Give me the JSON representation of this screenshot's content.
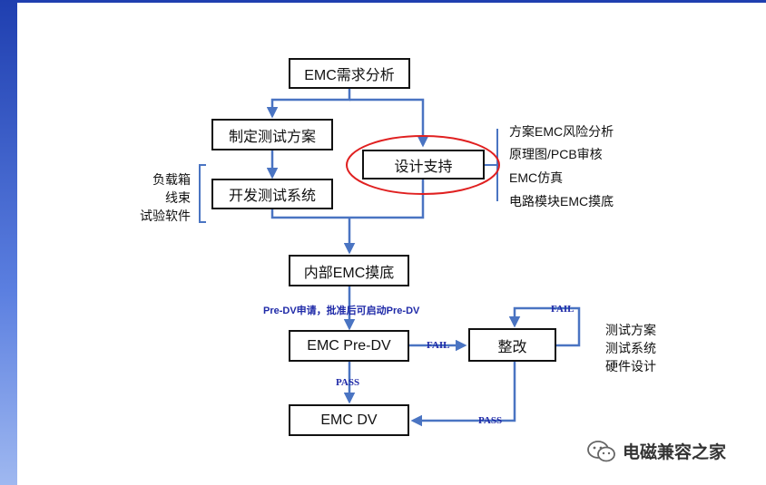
{
  "boxes": {
    "emc_req": "EMC需求分析",
    "test_plan": "制定测试方案",
    "dev_test": "开发测试系统",
    "design_support": "设计支持",
    "internal_emc": "内部EMC摸底",
    "emc_predv": "EMC Pre-DV",
    "rectify": "整改",
    "emc_dv": "EMC DV"
  },
  "left_items": [
    "负载箱",
    "线束",
    "试验软件"
  ],
  "right_items": [
    "方案EMC风险分析",
    "原理图/PCB审核",
    "EMC仿真",
    "电路模块EMC摸底"
  ],
  "rectify_items": [
    "测试方案",
    "测试系统",
    "硬件设计"
  ],
  "labels": {
    "predv_note": "Pre-DV申请，批准后可启动Pre-DV",
    "fail1": "FAIL",
    "fail2": "FAIL",
    "pass1": "PASS",
    "pass2": "PASS"
  },
  "watermark": {
    "text": "电磁兼容之家",
    "icon": "wechat-icon"
  },
  "colors": {
    "arrow": "#4a74c2",
    "highlight": "#e02020",
    "label": "#1f2aa8",
    "sidebar": "#1f3fb0"
  }
}
